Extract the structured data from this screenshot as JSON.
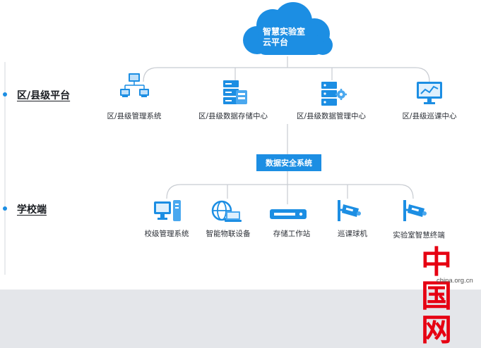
{
  "cloud": {
    "line1": "智慧实验室",
    "line2": "云平台"
  },
  "tiers": {
    "district": "区/县级平台",
    "school": "学校端"
  },
  "district_nodes": [
    {
      "label": "区/县级管理系统",
      "icon": "network-computers-icon"
    },
    {
      "label": "区/县级数据存储中心",
      "icon": "server-storage-icon"
    },
    {
      "label": "区/县级数据管理中心",
      "icon": "server-gear-icon"
    },
    {
      "label": "区/县级巡课中心",
      "icon": "monitor-chart-icon"
    }
  ],
  "security_system": "数据安全系统",
  "school_nodes": [
    {
      "label": "校级管理系统",
      "icon": "desktop-computer-icon"
    },
    {
      "label": "智能物联设备",
      "icon": "globe-laptop-icon"
    },
    {
      "label": "存储工作站",
      "icon": "storage-rack-icon"
    },
    {
      "label": "巡课球机",
      "icon": "cctv-camera-icon"
    },
    {
      "label": "实验室智慧终端",
      "icon": "cctv-camera-icon"
    }
  ],
  "watermark": {
    "brand": "中国网",
    "site": "china.org.cn"
  },
  "colors": {
    "primary_blue": "#1c8ee3",
    "light_blue": "#4aa8ef",
    "line_gray": "#c8ccd2",
    "logo_red": "#e60012"
  }
}
